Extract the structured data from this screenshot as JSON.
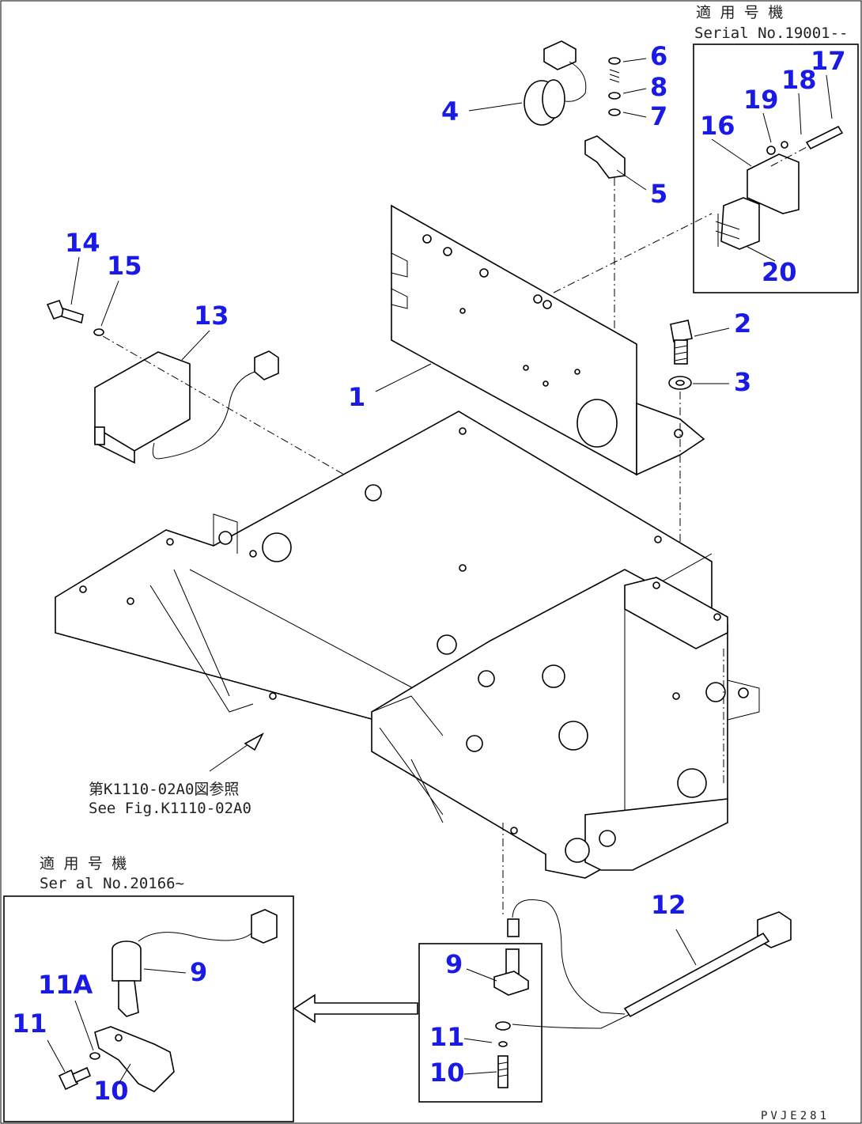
{
  "serial_notes": {
    "top_right_header": "適 用 号 機",
    "top_right_serial": "Serial No.19001--",
    "bottom_left_header": "適 用 号 機",
    "bottom_left_serial": "Ser al No.20166~"
  },
  "reference_note": {
    "line1": "第K1110-02A0図参照",
    "line2": "See Fig.K1110-02A0"
  },
  "drawing_code": "PVJE281",
  "callouts": {
    "c1": "1",
    "c2": "2",
    "c3": "3",
    "c4": "4",
    "c5": "5",
    "c6": "6",
    "c7": "7",
    "c8": "8",
    "c9": "9",
    "c10": "10",
    "c11": "11",
    "c12": "12",
    "c13": "13",
    "c14": "14",
    "c15": "15",
    "c16": "16",
    "c17": "17",
    "c18": "18",
    "c19": "19",
    "c20": "20",
    "c9b": "9",
    "c10b": "10",
    "c11b": "11",
    "c11a": "11A"
  }
}
